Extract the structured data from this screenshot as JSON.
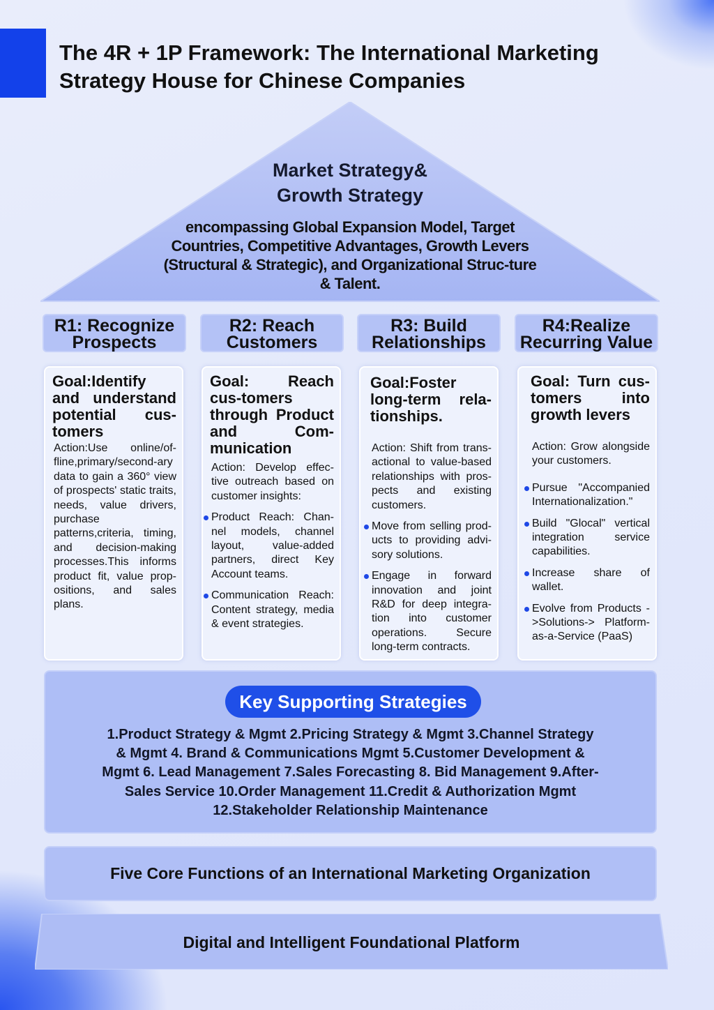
{
  "title": "The 4R + 1P Framework: The International Marketing Strategy House for Chinese Companies",
  "roof": {
    "heading_line1": "Market Strategy&",
    "heading_line2": "Growth Strategy",
    "body": "encompassing Global Expansion Model, Target Countries, Competitive Advantages, Growth Levers (Structural & Strategic), and Organizational Struc-ture & Talent."
  },
  "pillars": [
    {
      "header_line1": "R1: Recognize",
      "header_line2": "Prospects",
      "goal": "Goal:Identify and understand potential cus-tomers",
      "action": "Action:Use online/of-fline,primary/second-ary data to gain a 360° view of prospects' static traits, needs, value drivers, purchase patterns,criteria, timing, and decision-making processes.This informs product fit, value prop-ositions, and sales plans.",
      "bullets": []
    },
    {
      "header_line1": "R2: Reach",
      "header_line2": "Customers",
      "goal": "Goal: Reach cus-tomers through Product and Com-munication",
      "action": "Action: Develop effec-tive outreach based on customer insights:",
      "bullets": [
        "Product Reach: Chan-nel models, channel layout, value-added partners, direct Key Account teams.",
        "Communication Reach: Content strategy, media & event strategies."
      ]
    },
    {
      "header_line1": "R3: Build",
      "header_line2": "Relationships",
      "goal": "Goal:Foster long-term rela-tionships.",
      "action": "Action: Shift from trans-actional to value-based relationships with pros-pects and existing customers.",
      "bullets": [
        "Move from selling prod-ucts to providing advi-sory solutions.",
        "Engage in forward innovation and joint R&D for deep integra-tion into customer operations. Secure long-term contracts."
      ]
    },
    {
      "header_line1": "R4:Realize",
      "header_line2": "Recurring Value",
      "goal": "Goal: Turn cus-tomers into growth levers",
      "action": "Action: Grow alongside your customers.",
      "bullets": [
        "Pursue \"Accompanied Internationalization.\"",
        "Build \"Glocal\" vertical integration service capabilities.",
        "Increase share of wallet.",
        "Evolve from Products ->Solutions-> Platform-as-a-Service (PaaS)"
      ]
    }
  ],
  "support": {
    "title": "Key Supporting Strategies",
    "list": "1.Product Strategy & Mgmt 2.Pricing Strategy & Mgmt 3.Channel Strategy & Mgmt  4. Brand & Communications Mgmt 5.Customer Development & Mgmt 6. Lead Management 7.Sales Forecasting 8. Bid Management 9.After-Sales Service 10.Order Management 11.Credit & Authorization Mgmt 12.Stakeholder Relationship Maintenance"
  },
  "core_functions": "Five Core Functions of an International Marketing Organization",
  "platform": "Digital and Intelligent Foundational Platform",
  "colors": {
    "accent": "#1341ea",
    "pill": "#1f4fe8",
    "roof": "#aab9f4",
    "bullet": "#1e48e6"
  }
}
